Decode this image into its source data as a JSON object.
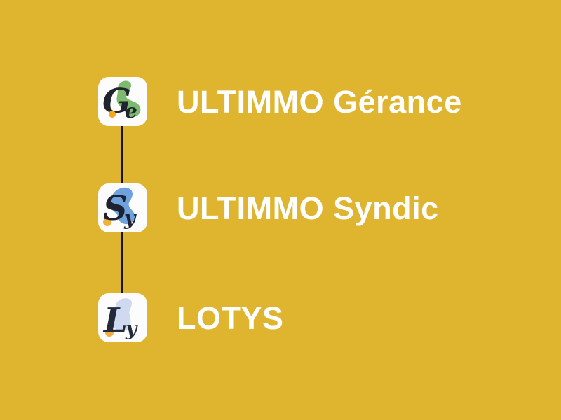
{
  "background_color": "#DFB42E",
  "connector": {
    "color": "#161616"
  },
  "nodes": [
    {
      "label": "ULTIMMO Gérance",
      "logo": {
        "initial": "G",
        "second": "e",
        "tile_color": "#FCFCFC",
        "blob_color": "#7CBA6D",
        "letter_color": "#20242F",
        "dot_color": "#F6A81C"
      }
    },
    {
      "label": "ULTIMMO Syndic",
      "logo": {
        "initial": "S",
        "second": "y",
        "tile_color": "#FCFCFC",
        "blob_color": "#6FA2DC",
        "letter_color": "#1E2230",
        "dot_color": "#F0B13C"
      }
    },
    {
      "label": "LOTYS",
      "logo": {
        "initial": "L",
        "second": "y",
        "tile_color": "#FCFCFC",
        "blob_color": "#CFD9F0",
        "letter_color": "#232A3C",
        "dot_color": "#F3A93E"
      }
    }
  ]
}
